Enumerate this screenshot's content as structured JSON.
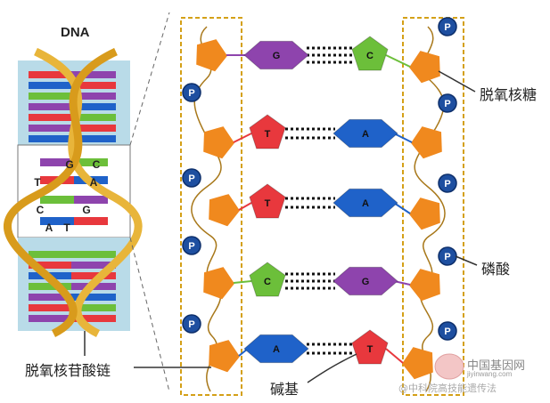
{
  "diagram": {
    "dna_title": "DNA",
    "labels": {
      "sugar": "脱氧核糖",
      "phosphate": "磷酸",
      "nucleotide_chain": "脱氧核苷酸链",
      "base": "碱基"
    },
    "phosphate_symbol": "P",
    "base_pairs": [
      {
        "left": "G",
        "right": "C"
      },
      {
        "left": "T",
        "right": "A"
      },
      {
        "left": "T",
        "right": "A"
      },
      {
        "left": "C",
        "right": "G"
      },
      {
        "left": "A",
        "right": "T"
      }
    ],
    "inset_bases": [
      "G",
      "C",
      "T",
      "A",
      "C",
      "G",
      "A",
      "T"
    ],
    "base_colors": {
      "G": "#8e44ad",
      "C": "#6cbf3a",
      "T": "#e8383d",
      "A": "#1f62c9"
    },
    "sugar_color": "#f0891e",
    "phosphate_color": "#1e4fa0",
    "backbone_border_color": "#d4a017"
  },
  "watermark": {
    "brand": "中国基因网",
    "site": "jiyinwang.com",
    "author": "@中科院高技能遗传法"
  }
}
